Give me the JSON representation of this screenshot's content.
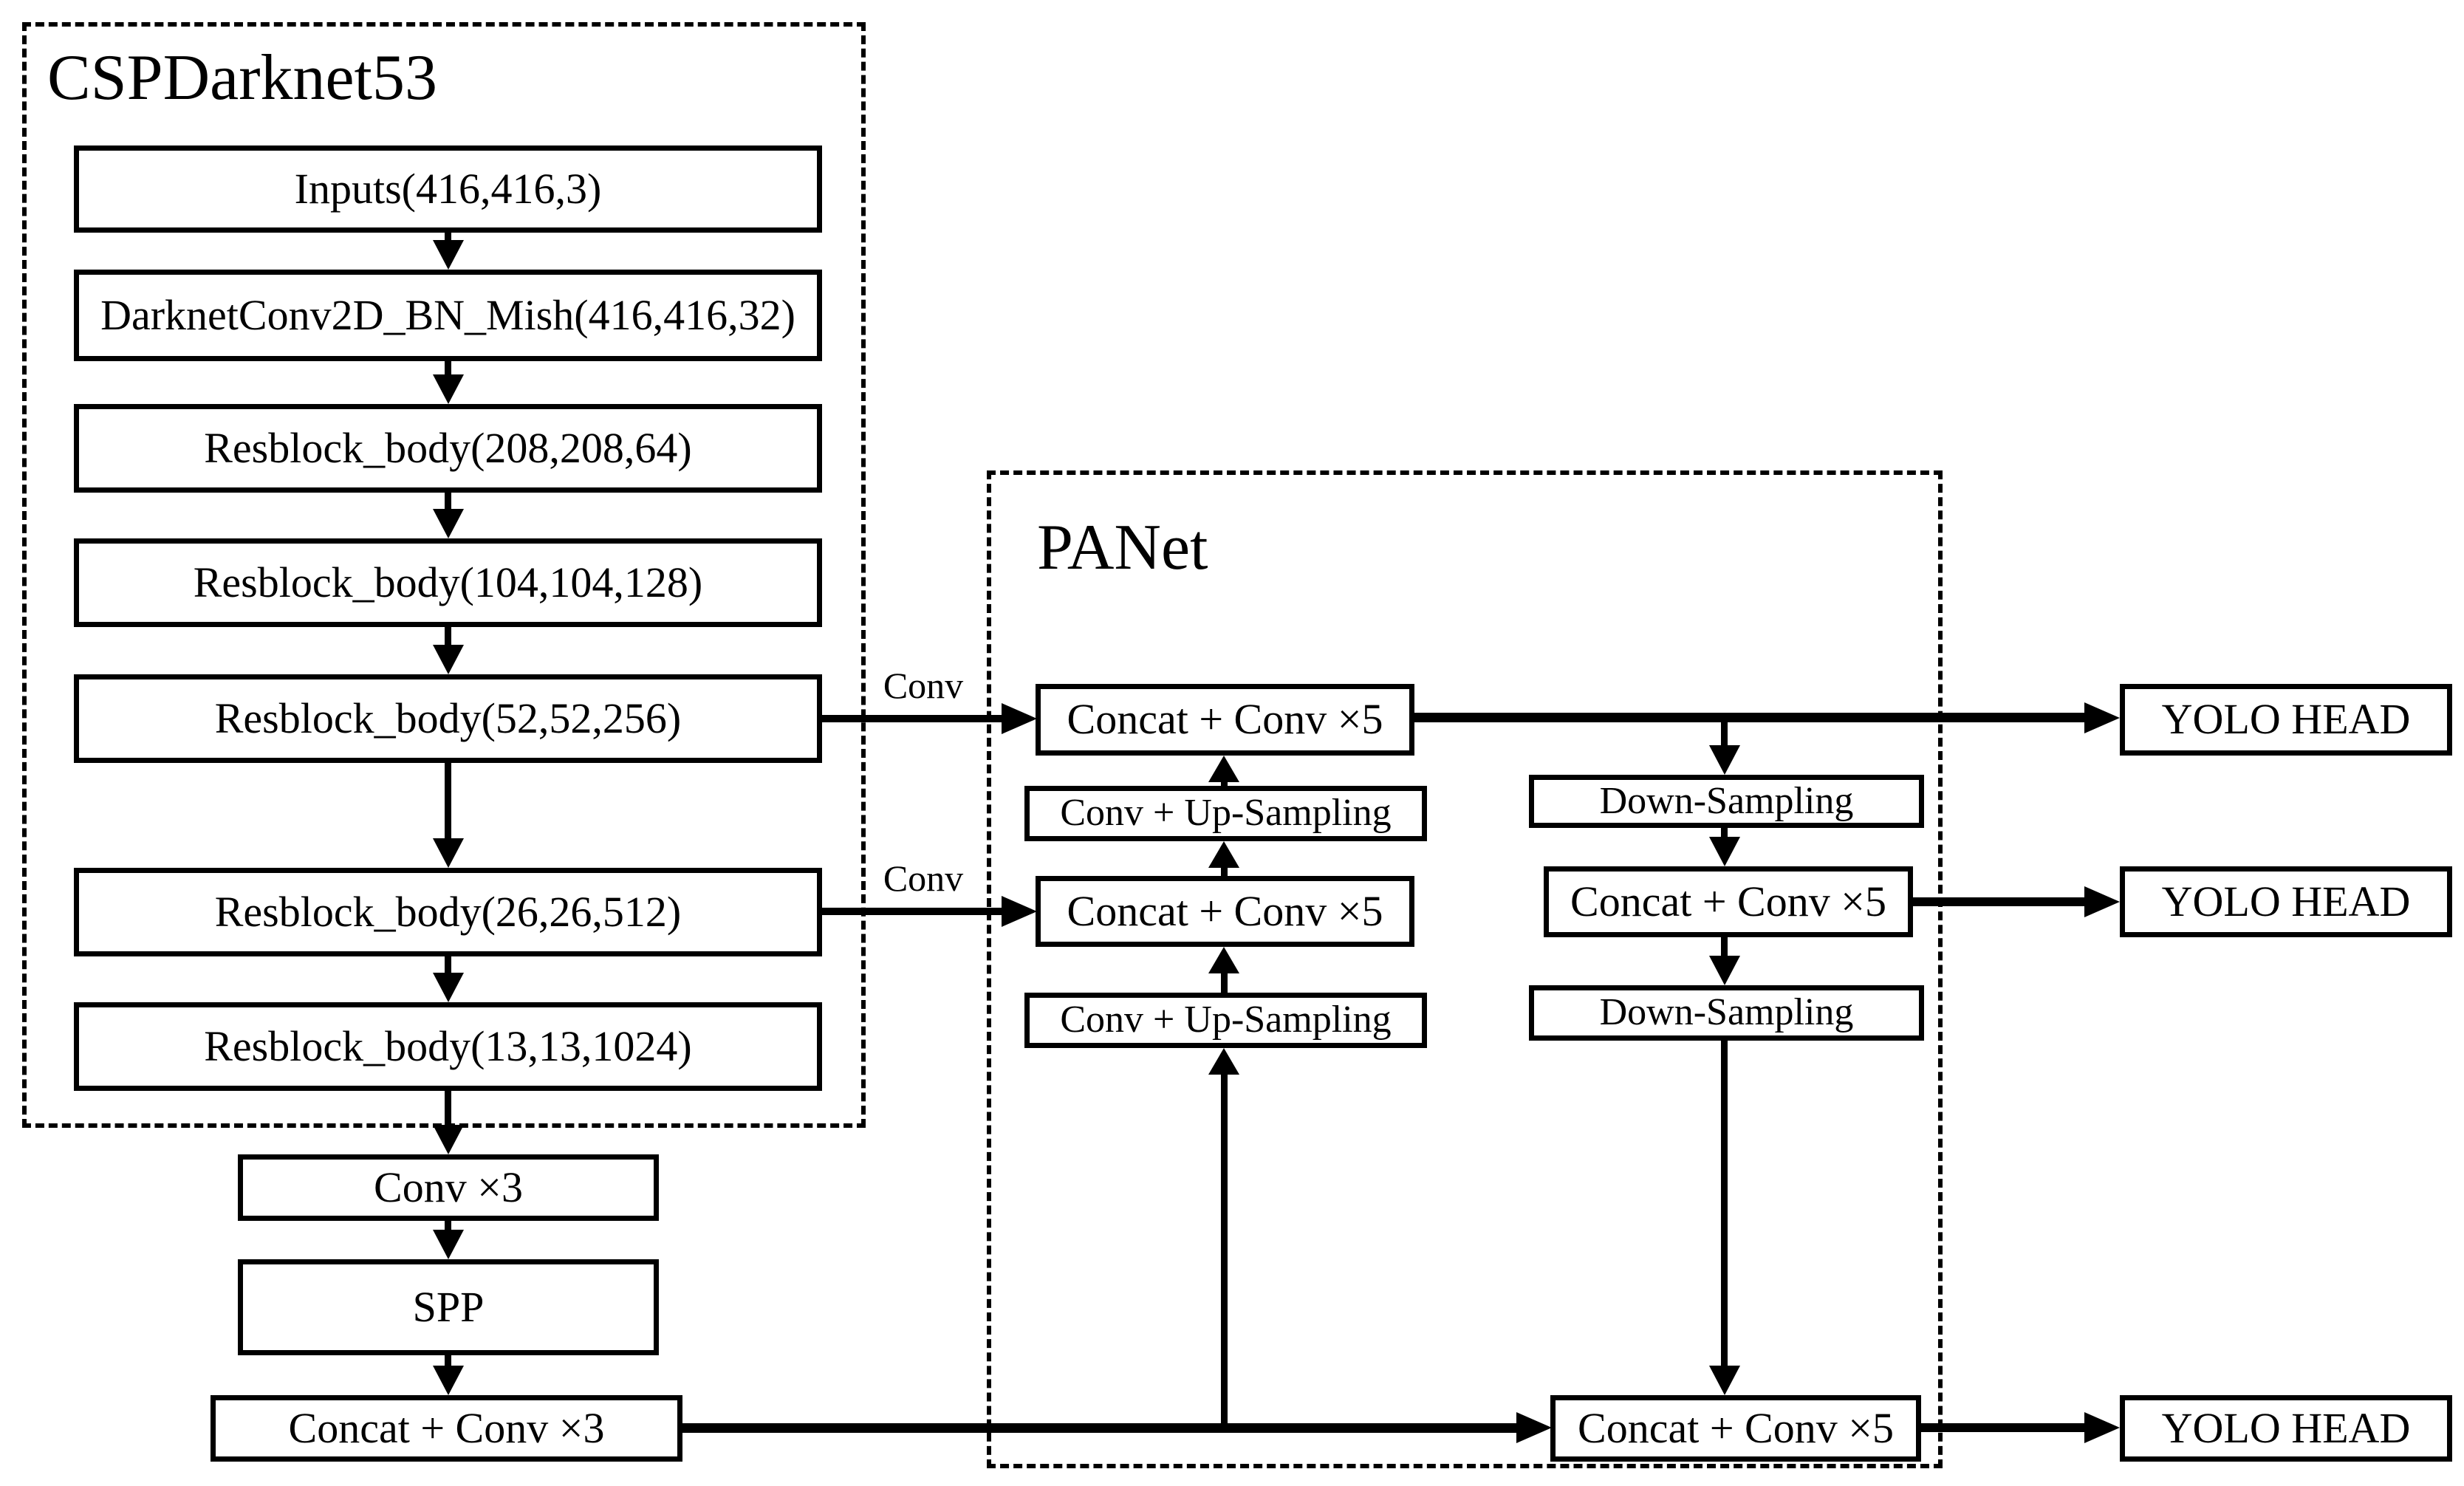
{
  "backbone": {
    "title": "CSPDarknet53",
    "boxes": [
      "Inputs(416,416,3)",
      "DarknetConv2D_BN_Mish(416,416,32)",
      "Resblock_body(208,208,64)",
      "Resblock_body(104,104,128)",
      "Resblock_body(52,52,256)",
      "Resblock_body(26,26,512)",
      "Resblock_body(13,13,1024)"
    ]
  },
  "neck": {
    "conv_x3": "Conv ×3",
    "spp": "SPP",
    "concat_conv_x3": "Concat + Conv ×3"
  },
  "panet": {
    "title": "PANet",
    "concat_conv_x5_top": "Concat + Conv ×5",
    "conv_up_sampling_1": "Conv + Up-Sampling",
    "concat_conv_x5_mid": "Concat + Conv ×5",
    "conv_up_sampling_2": "Conv + Up-Sampling",
    "down_sampling_1": "Down-Sampling",
    "concat_conv_x5_right": "Concat + Conv ×5",
    "down_sampling_2": "Down-Sampling",
    "concat_conv_x5_bottom": "Concat + Conv ×5"
  },
  "heads": {
    "head_1": "YOLO HEAD",
    "head_2": "YOLO HEAD",
    "head_3": "YOLO HEAD"
  },
  "edge_labels": {
    "conv_1": "Conv",
    "conv_2": "Conv"
  },
  "colors": {
    "ink": "#000000",
    "background": "#ffffff"
  }
}
